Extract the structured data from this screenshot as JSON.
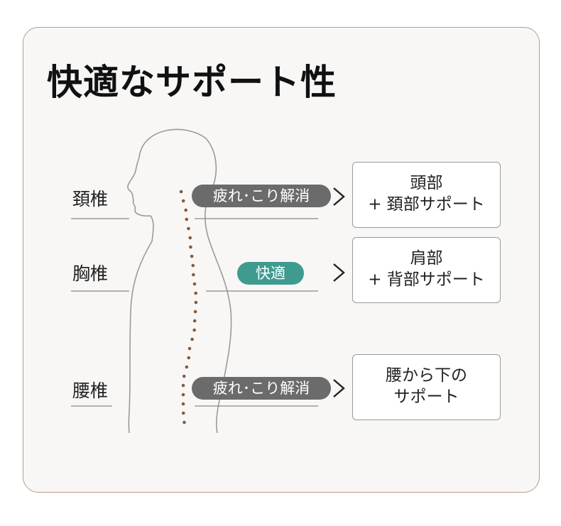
{
  "title": "快適なサポート性",
  "spine_labels": [
    "頚椎",
    "胸椎",
    "腰椎"
  ],
  "effects": [
    {
      "text": "疲れ･こり解消",
      "style": "gray"
    },
    {
      "text": "快適",
      "style": "teal"
    },
    {
      "text": "疲れ･こり解消",
      "style": "gray"
    }
  ],
  "supports": [
    {
      "line1": "頭部",
      "line2": "+ 頚部サポート"
    },
    {
      "line1": "肩部",
      "line2": "+ 背部サポート"
    },
    {
      "line1": "腰から下の",
      "line2": "サポート"
    }
  ],
  "colors": {
    "border": "#b99a85",
    "spine_dots": "#8a5a3a",
    "pill_gray": "#6b6b6b",
    "pill_teal": "#3f9b8f"
  }
}
